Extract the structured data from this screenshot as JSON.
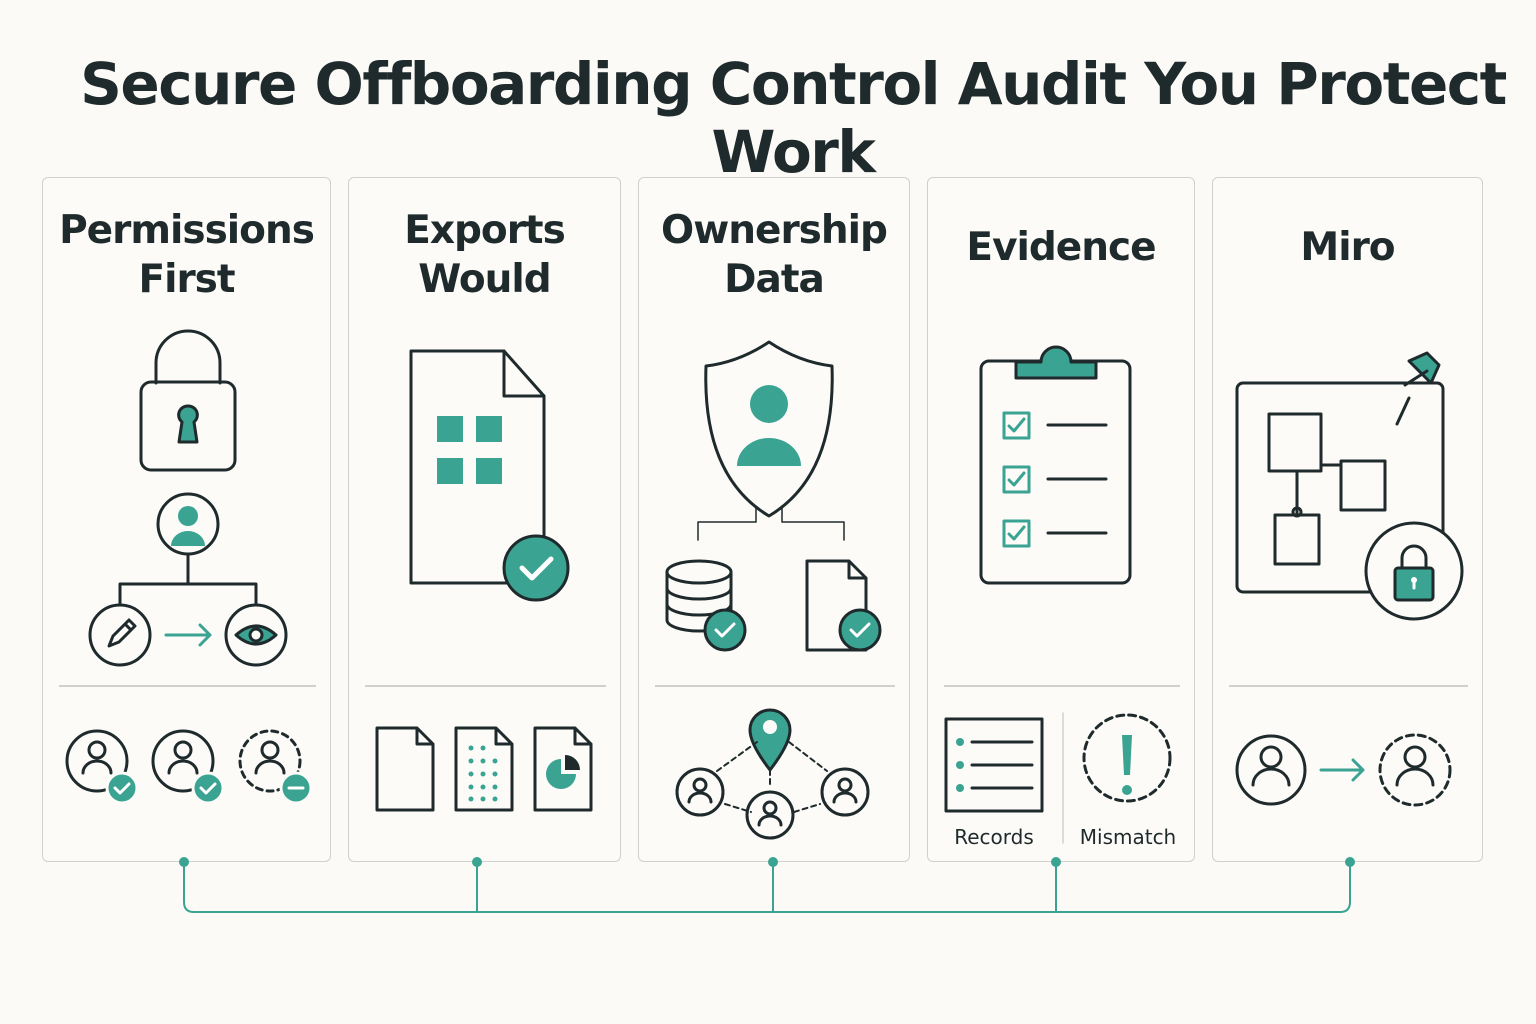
{
  "title": "Secure Offboarding Control Audit You Protect Work",
  "colors": {
    "accent": "#3aa392",
    "ink": "#1f2a2c",
    "border": "#cfd1cc",
    "background": "#fbfaf6"
  },
  "panels": [
    {
      "title_line1": "Permissions",
      "title_line2": "First",
      "icons": [
        "padlock-icon",
        "user-hierarchy-icon",
        "edit-pencil-icon",
        "view-eye-icon",
        "user-checked-icon",
        "user-removed-icon"
      ]
    },
    {
      "title_line1": "Exports",
      "title_line2": "Would",
      "icons": [
        "grid-document-icon",
        "check-badge-icon",
        "blank-file-icon",
        "spreadsheet-file-icon",
        "chart-file-icon"
      ]
    },
    {
      "title_line1": "Ownership",
      "title_line2": "Data",
      "icons": [
        "shield-user-icon",
        "database-icon",
        "document-icon",
        "location-pin-icon",
        "user-network-icon"
      ]
    },
    {
      "title_line1": "Evidence",
      "title_line2": "",
      "icons": [
        "clipboard-checklist-icon",
        "records-list-icon",
        "alert-icon"
      ],
      "labels": {
        "records": "Records",
        "mismatch": "Mismatch"
      }
    },
    {
      "title_line1": "Miro",
      "title_line2": "",
      "icons": [
        "board-pin-icon",
        "lock-badge-icon",
        "user-icon",
        "arrow-right-icon",
        "pending-user-icon"
      ]
    }
  ]
}
